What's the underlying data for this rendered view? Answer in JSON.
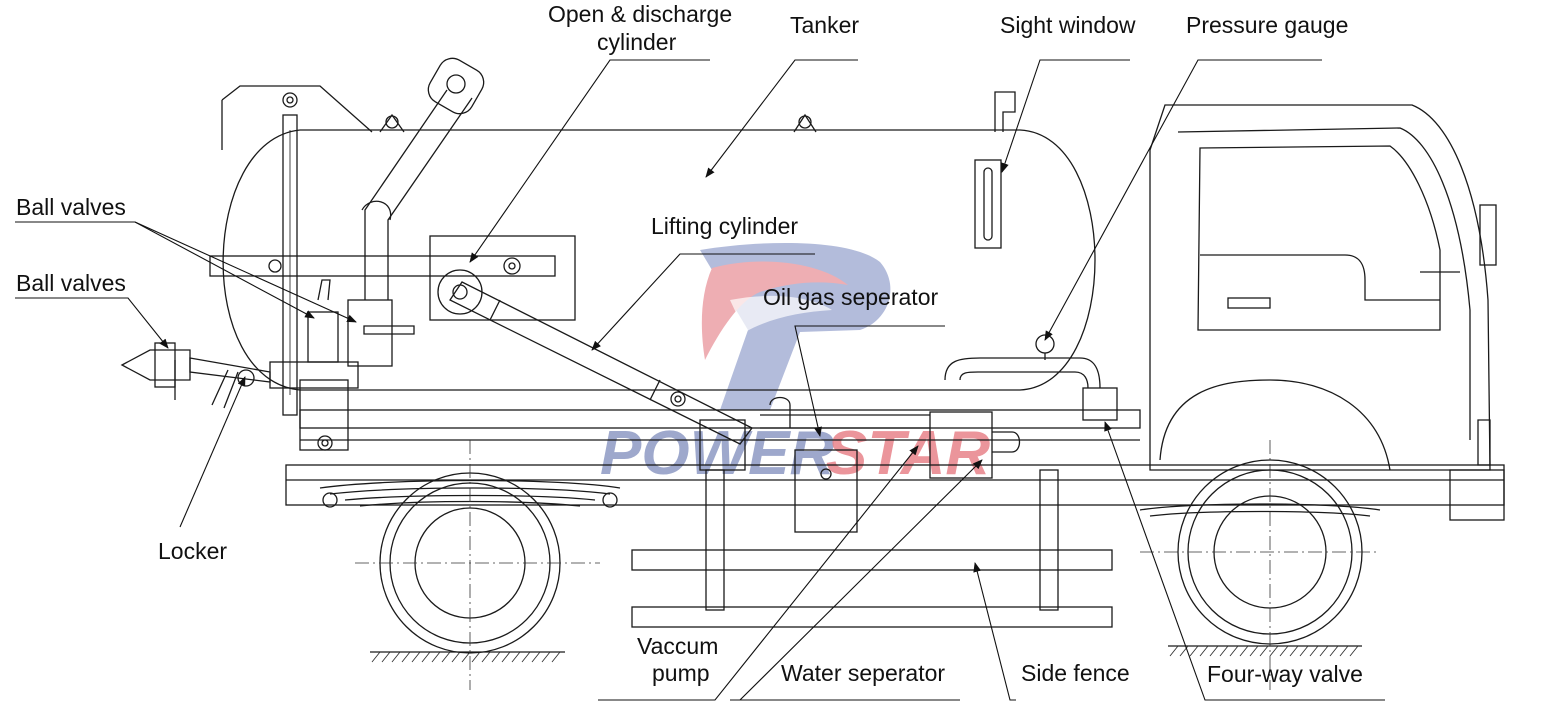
{
  "labels": {
    "open_discharge_line1": "Open & discharge",
    "open_discharge_line2": "cylinder",
    "tanker": "Tanker",
    "sight_window": "Sight window",
    "pressure_gauge": "Pressure gauge",
    "ball_valves_upper": "Ball valves",
    "ball_valves_lower": "Ball valves",
    "lifting_cylinder": "Lifting cylinder",
    "oil_gas_separator": "Oil gas seperator",
    "locker": "Locker",
    "vaccum_pump_line1": "Vaccum",
    "vaccum_pump_line2": "pump",
    "water_separator": "Water seperator",
    "side_fence": "Side fence",
    "four_way_valve": "Four-way valve"
  },
  "watermark": {
    "text_part1": "POWER",
    "text_part2": "STAR",
    "color_blue": "#8e9ac4",
    "color_red": "#e8838a"
  }
}
